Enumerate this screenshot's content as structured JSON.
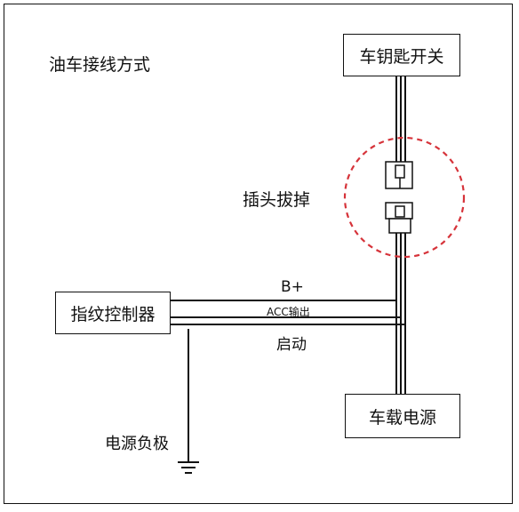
{
  "title": "油车接线方式",
  "nodes": {
    "key_switch": "车钥匙开关",
    "controller": "指纹控制器",
    "power": "车载电源"
  },
  "labels": {
    "plug_removed": "插头拔掉",
    "b_plus": "B+",
    "acc_output": "ACC输出",
    "start": "启动",
    "ground": "电源负极"
  },
  "colors": {
    "line": "#111111",
    "highlight_circle": "#d6333a"
  }
}
